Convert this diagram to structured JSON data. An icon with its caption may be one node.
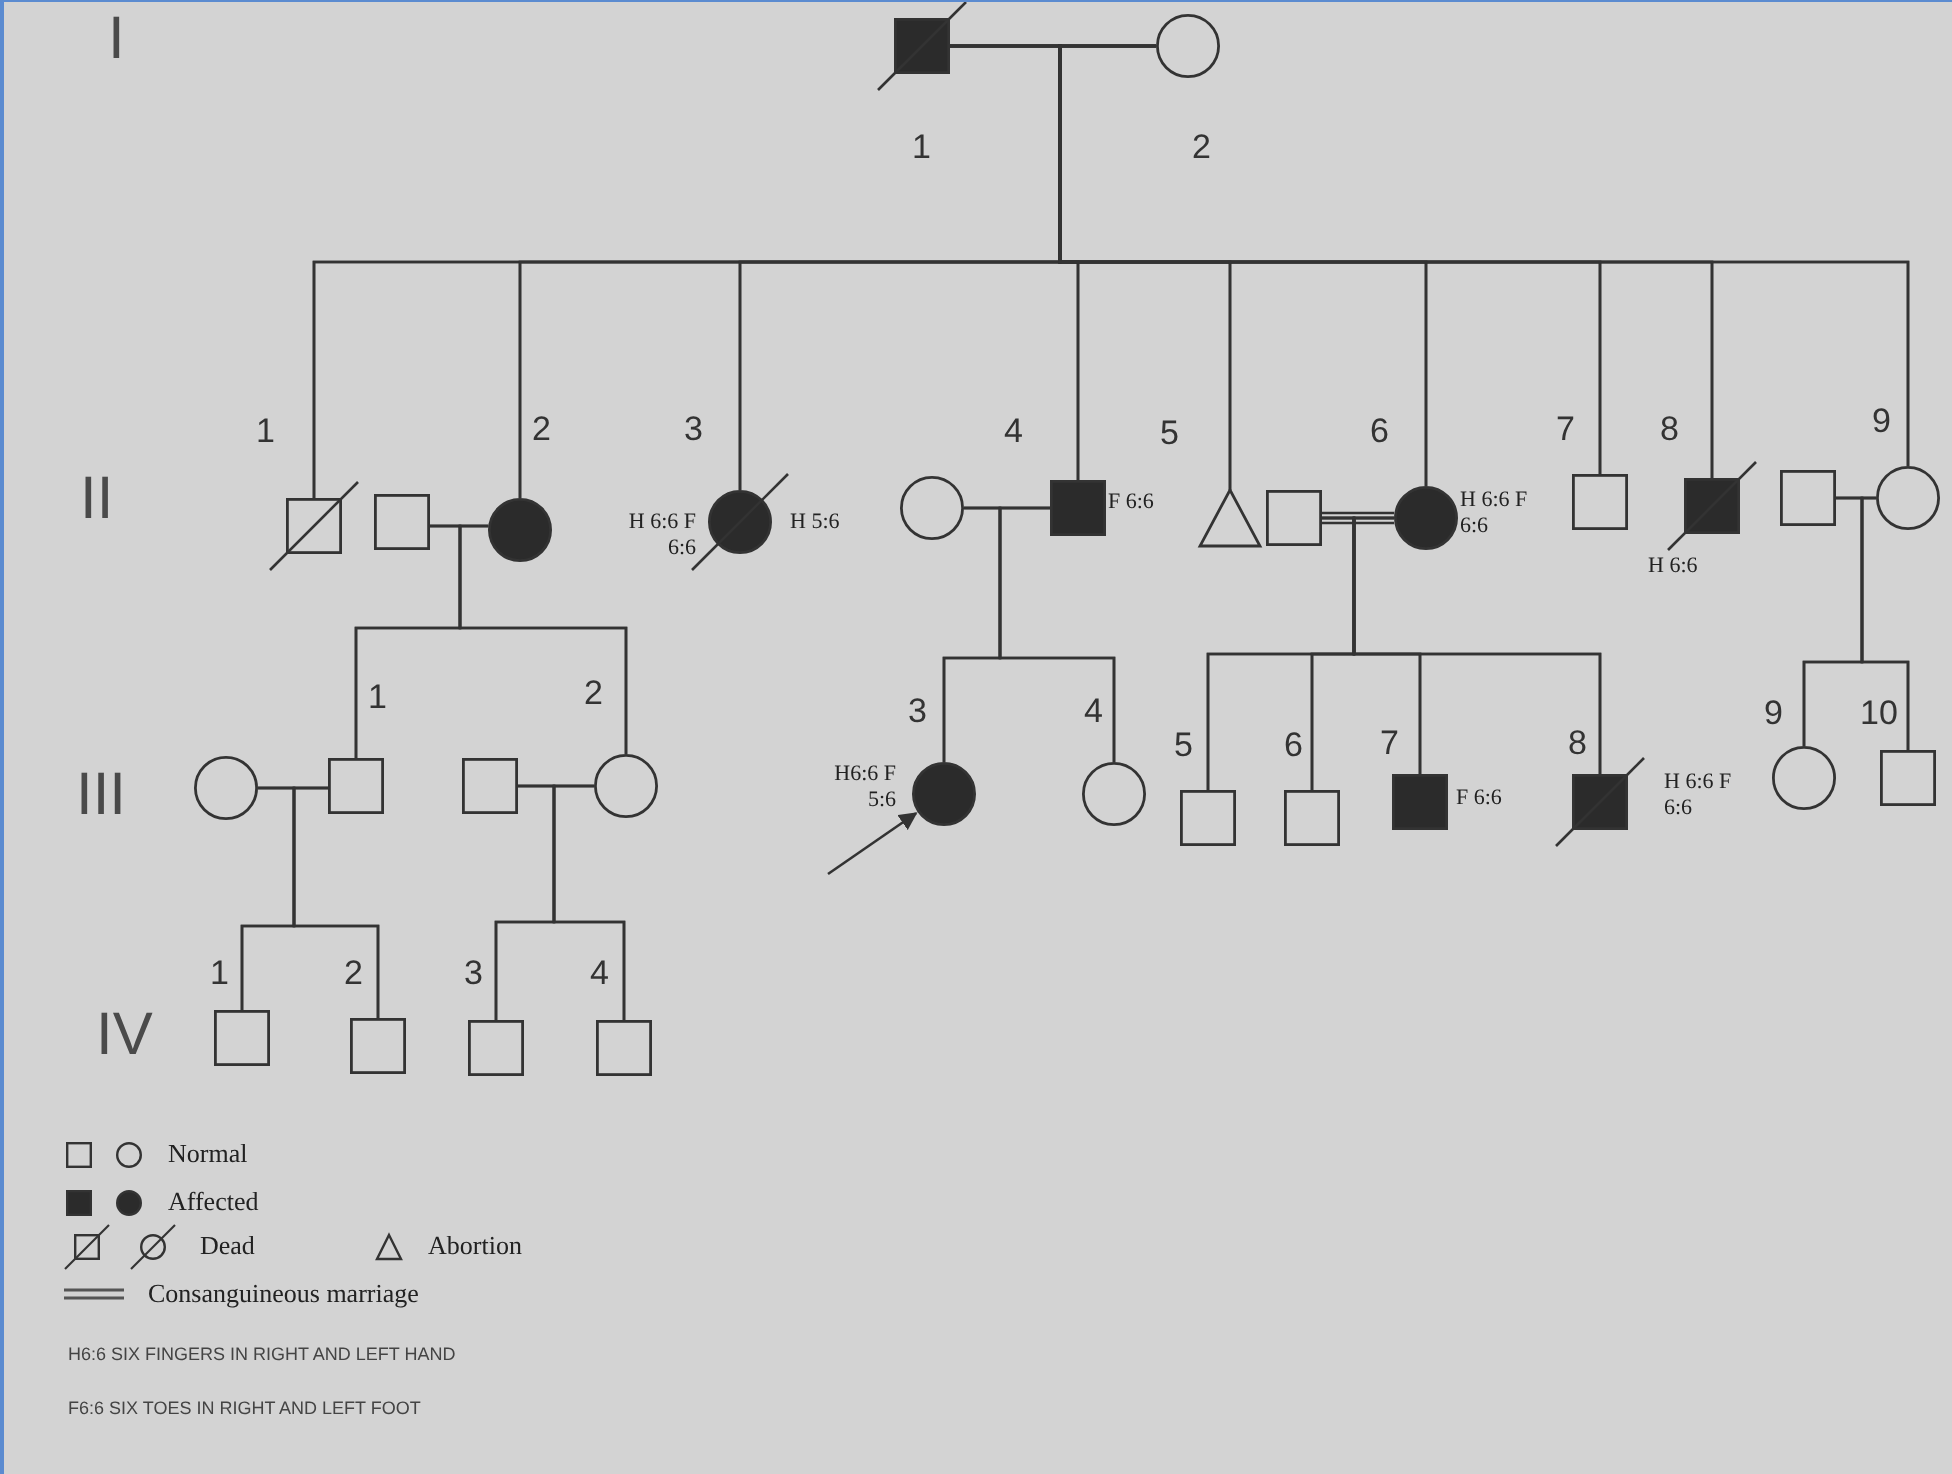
{
  "diagram": {
    "nodes": [
      {
        "text": [],
        "shape": "box",
        "beside": [
          "1"
        ]
      },
      {
        "text": [],
        "shape": "circle",
        "beside": [
          "2"
        ]
      },
      {
        "text": [],
        "shape": "box",
        "beside": [
          "1"
        ]
      },
      {
        "text": [],
        "shape": "box"
      },
      {
        "text": [],
        "shape": "circle",
        "beside": [
          "2"
        ]
      },
      {
        "text": [],
        "shape": "circle",
        "beside": [
          "3",
          "H 6:6 F 6:6",
          "H 5:6"
        ]
      },
      {
        "text": [],
        "shape": "circle"
      },
      {
        "text": [],
        "shape": "box",
        "beside": [
          "4",
          "F 6:6"
        ]
      },
      {
        "text": [],
        "shape": "triangle",
        "beside": [
          "5"
        ]
      },
      {
        "text": [],
        "shape": "box"
      },
      {
        "text": [],
        "shape": "circle",
        "beside": [
          "6",
          "H 6:6 F 6:6"
        ]
      },
      {
        "text": [],
        "shape": "box",
        "beside": [
          "7"
        ]
      },
      {
        "text": [],
        "shape": "box",
        "beside": [
          "8",
          "H 6:6"
        ]
      },
      {
        "text": [],
        "shape": "box"
      },
      {
        "text": [],
        "shape": "circle",
        "beside": [
          "9"
        ]
      },
      {
        "text": [],
        "shape": "circle"
      },
      {
        "text": [],
        "shape": "box",
        "beside": [
          "1"
        ]
      },
      {
        "text": [],
        "shape": "box"
      },
      {
        "text": [],
        "shape": "circle",
        "beside": [
          "2"
        ]
      },
      {
        "text": [],
        "shape": "circle",
        "beside": [
          "3",
          "H6:6 F 5:6"
        ]
      },
      {
        "text": [],
        "shape": "circle",
        "beside": [
          "4"
        ]
      },
      {
        "text": [],
        "shape": "box",
        "beside": [
          "5"
        ]
      },
      {
        "text": [],
        "shape": "box",
        "beside": [
          "6"
        ]
      },
      {
        "text": [],
        "shape": "box",
        "beside": [
          "7",
          "F 6:6"
        ]
      },
      {
        "text": [],
        "shape": "box",
        "beside": [
          "8",
          "H 6:6 F 6:6"
        ]
      },
      {
        "text": [],
        "shape": "circle",
        "beside": [
          "9"
        ]
      },
      {
        "text": [],
        "shape": "box",
        "beside": [
          "10"
        ]
      },
      {
        "text": [],
        "shape": "box",
        "beside": [
          "1"
        ]
      },
      {
        "text": [],
        "shape": "box",
        "beside": [
          "2"
        ]
      },
      {
        "text": [],
        "shape": "box",
        "beside": [
          "3"
        ]
      },
      {
        "text": [],
        "shape": "box",
        "beside": [
          "4"
        ]
      }
    ],
    "edges": [
      {
        "from": 0,
        "to": 1,
        "arrow": "none"
      },
      {
        "from": 0,
        "to": 2,
        "arrow": "none"
      },
      {
        "from": 1,
        "to": 2,
        "arrow": "none"
      },
      {
        "from": 0,
        "to": 4,
        "arrow": "none"
      },
      {
        "from": 1,
        "to": 4,
        "arrow": "none"
      },
      {
        "from": 0,
        "to": 5,
        "arrow": "none"
      },
      {
        "from": 1,
        "to": 5,
        "arrow": "none"
      },
      {
        "from": 0,
        "to": 7,
        "arrow": "none"
      },
      {
        "from": 1,
        "to": 7,
        "arrow": "none"
      },
      {
        "from": 0,
        "to": 8,
        "arrow": "none"
      },
      {
        "from": 1,
        "to": 8,
        "arrow": "none"
      },
      {
        "from": 0,
        "to": 10,
        "arrow": "none"
      },
      {
        "from": 1,
        "to": 10,
        "arrow": "none"
      },
      {
        "from": 0,
        "to": 11,
        "arrow": "none"
      },
      {
        "from": 1,
        "to": 11,
        "arrow": "none"
      },
      {
        "from": 0,
        "to": 12,
        "arrow": "none"
      },
      {
        "from": 1,
        "to": 12,
        "arrow": "none"
      },
      {
        "from": 0,
        "to": 14,
        "arrow": "none"
      },
      {
        "from": 1,
        "to": 14,
        "arrow": "none"
      },
      {
        "from": 3,
        "to": 4,
        "arrow": "none"
      },
      {
        "from": 6,
        "to": 7,
        "arrow": "none"
      },
      {
        "from": 9,
        "to": 10,
        "arrow": "none"
      },
      {
        "from": 13,
        "to": 14,
        "arrow": "none"
      },
      {
        "from": 3,
        "to": 16,
        "arrow": "none"
      },
      {
        "from": 4,
        "to": 16,
        "arrow": "none"
      },
      {
        "from": 3,
        "to": 18,
        "arrow": "none"
      },
      {
        "from": 4,
        "to": 18,
        "arrow": "none"
      },
      {
        "from": 6,
        "to": 19,
        "arrow": "none"
      },
      {
        "from": 7,
        "to": 19,
        "arrow": "none"
      },
      {
        "from": 6,
        "to": 20,
        "arrow": "none"
      },
      {
        "from": 7,
        "to": 20,
        "arrow": "none"
      },
      {
        "from": 9,
        "to": 21,
        "arrow": "none"
      },
      {
        "from": 10,
        "to": 21,
        "arrow": "none"
      },
      {
        "from": 9,
        "to": 22,
        "arrow": "none"
      },
      {
        "from": 10,
        "to": 22,
        "arrow": "none"
      },
      {
        "from": 9,
        "to": 23,
        "arrow": "none"
      },
      {
        "from": 10,
        "to": 23,
        "arrow": "none"
      },
      {
        "from": 9,
        "to": 24,
        "arrow": "none"
      },
      {
        "from": 10,
        "to": 24,
        "arrow": "none"
      },
      {
        "from": 13,
        "to": 25,
        "arrow": "none"
      },
      {
        "from": 14,
        "to": 25,
        "arrow": "none"
      },
      {
        "from": 13,
        "to": 26,
        "arrow": "none"
      },
      {
        "from": 14,
        "to": 26,
        "arrow": "none"
      },
      {
        "from": 15,
        "to": 16,
        "arrow": "none"
      },
      {
        "from": 17,
        "to": 18,
        "arrow": "none"
      },
      {
        "from": null,
        "to": 19,
        "arrow": "to"
      },
      {
        "from": 15,
        "to": 27,
        "arrow": "none"
      },
      {
        "from": 16,
        "to": 27,
        "arrow": "none"
      },
      {
        "from": 15,
        "to": 28,
        "arrow": "none"
      },
      {
        "from": 16,
        "to": 28,
        "arrow": "none"
      },
      {
        "from": 17,
        "to": 29,
        "arrow": "none"
      },
      {
        "from": 18,
        "to": 29,
        "arrow": "none"
      },
      {
        "from": 17,
        "to": 30,
        "arrow": "none"
      },
      {
        "from": 18,
        "to": 30,
        "arrow": "none"
      }
    ],
    "labels": [
      "I",
      "II",
      "III",
      "IV",
      "H6:6 SIX FINGERS IN RIGHT AND LEFT HAND",
      "F6:6 SIX TOES IN RIGHT AND LEFT FOOT"
    ],
    "legend": [
      {
        "text": "Normal"
      },
      {
        "text": "Affected"
      },
      {
        "text": "Dead"
      },
      {
        "text": "Abortion"
      },
      {
        "text": "Consanguineous marriage"
      }
    ]
  }
}
